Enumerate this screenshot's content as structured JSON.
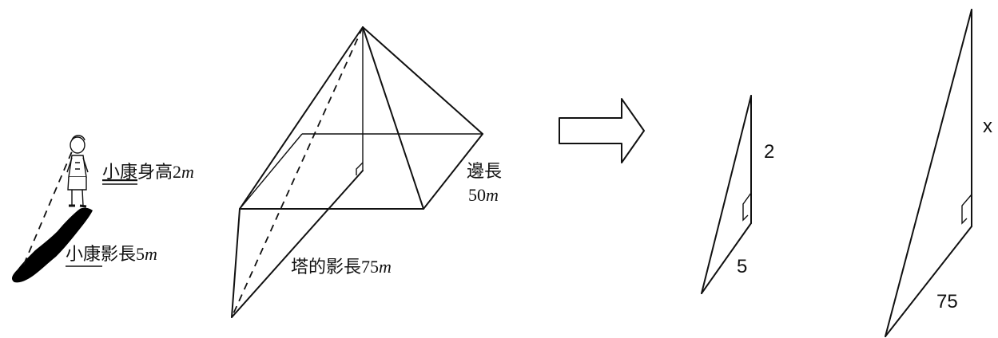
{
  "figure": {
    "person_label": {
      "name": "小康",
      "rest": "身高2",
      "unit": "m"
    },
    "shadow_label": {
      "name": "小康",
      "rest": "影長5",
      "unit": "m"
    },
    "pyramid_side": {
      "line1": "邊長",
      "line2_num": "50",
      "line2_unit": "m"
    },
    "pyramid_shadow": {
      "text": "塔的影長75",
      "unit": "m"
    },
    "small_triangle": {
      "height": "2",
      "shadow": "5"
    },
    "large_triangle": {
      "height": "x",
      "shadow": "75"
    }
  },
  "colors": {
    "stroke": "#111111",
    "background": "#ffffff"
  },
  "icons": {
    "arrow": "right-arrow-icon",
    "person": "child-figure-icon"
  }
}
